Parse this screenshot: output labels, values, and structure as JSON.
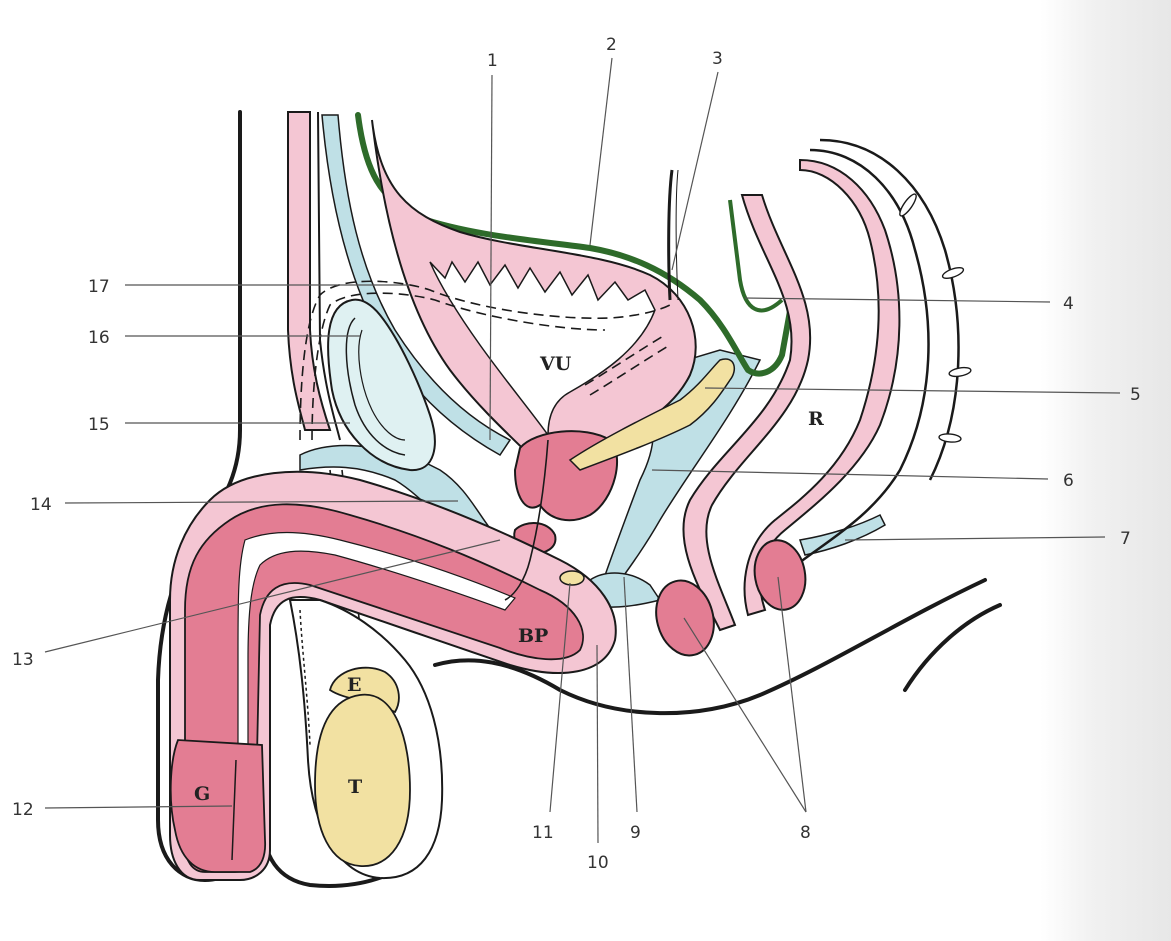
{
  "colors": {
    "outline": "#1a1a1a",
    "peritoneum": "#2e6b2a",
    "pink_light": "#f4c6d3",
    "pink_dark": "#e37d93",
    "fascia_blue": "#bfe0e6",
    "gland_yellow": "#f2e1a2",
    "leader": "#555555"
  },
  "organ_labels": {
    "vu": "VU",
    "r": "R",
    "bp": "BP",
    "e": "E",
    "t": "T",
    "g": "G"
  },
  "callouts": {
    "n1": "1",
    "n2": "2",
    "n3": "3",
    "n4": "4",
    "n5": "5",
    "n6": "6",
    "n7": "7",
    "n8": "8",
    "n9": "9",
    "n10": "10",
    "n11": "11",
    "n12": "12",
    "n13": "13",
    "n14": "14",
    "n15": "15",
    "n16": "16",
    "n17": "17"
  }
}
